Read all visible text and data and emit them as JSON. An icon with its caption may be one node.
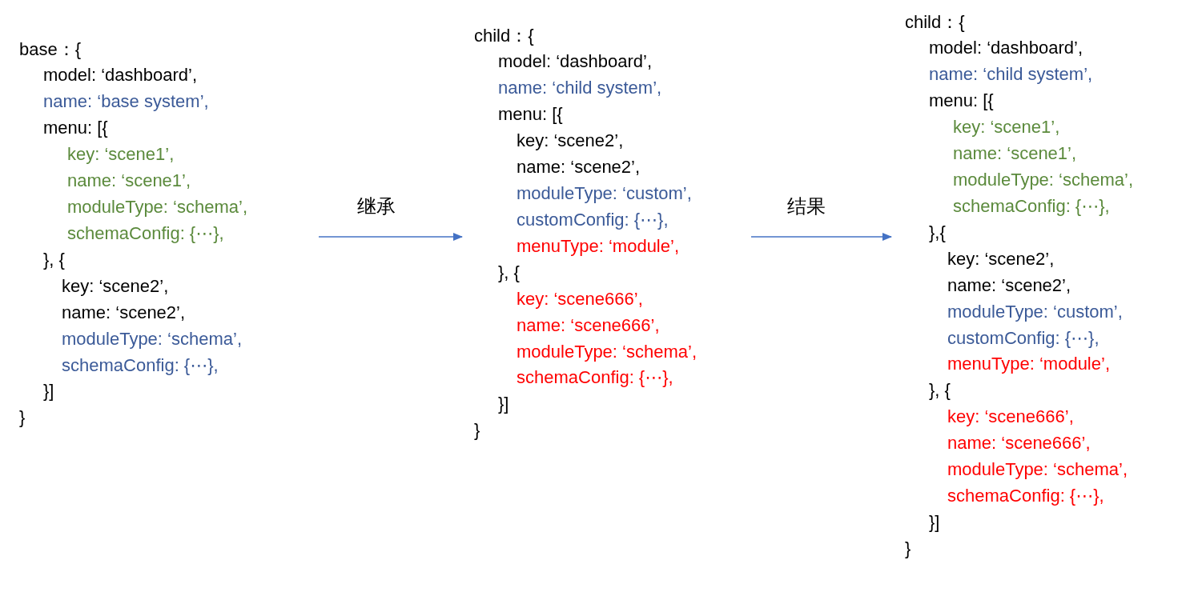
{
  "diagram": {
    "nodes": [
      {
        "text": [
          "base：{",
          "model: ‘dashboard’,",
          "name: ‘base system’,",
          "menu: [{",
          "key: ‘scene1’,",
          "name: ‘scene1’,",
          "moduleType: ‘schema’,",
          "schemaConfig: {⋯},",
          "}, {",
          "key: ‘scene2’,",
          "name: ‘scene2’,",
          "moduleType: ‘schema’,",
          "schemaConfig: {⋯},",
          "}]",
          "}"
        ]
      },
      {
        "text": [
          "child：{",
          "model: ‘dashboard’,",
          "name: ‘child system’,",
          "menu: [{",
          "key: ‘scene2’,",
          "name: ‘scene2’,",
          "moduleType: ‘custom’,",
          "customConfig: {⋯},",
          "menuType: ‘module’,",
          "}, {",
          "key: ‘scene666’,",
          "name: ‘scene666’,",
          "moduleType: ‘schema’,",
          "schemaConfig: {⋯},",
          "}]",
          "}"
        ]
      },
      {
        "text": [
          "child：{",
          "model: ‘dashboard’,",
          "name: ‘child system’,",
          "menu: [{",
          "key: ‘scene1’,",
          "name: ‘scene1’,",
          "moduleType: ‘schema’,",
          "schemaConfig: {⋯},",
          "},{",
          "key: ‘scene2’,",
          "name: ‘scene2’,",
          "moduleType: ‘custom’,",
          "customConfig: {⋯},",
          "menuType: ‘module’,",
          "}, {",
          "key: ‘scene666’,",
          "name: ‘scene666’,",
          "moduleType: ‘schema’,",
          "schemaConfig: {⋯},",
          "}]",
          "}"
        ]
      }
    ],
    "edges": [
      {
        "from": 0,
        "to": 1,
        "arrow": "to",
        "label": "继承"
      },
      {
        "from": 1,
        "to": 2,
        "arrow": "to",
        "label": "结果"
      }
    ]
  }
}
